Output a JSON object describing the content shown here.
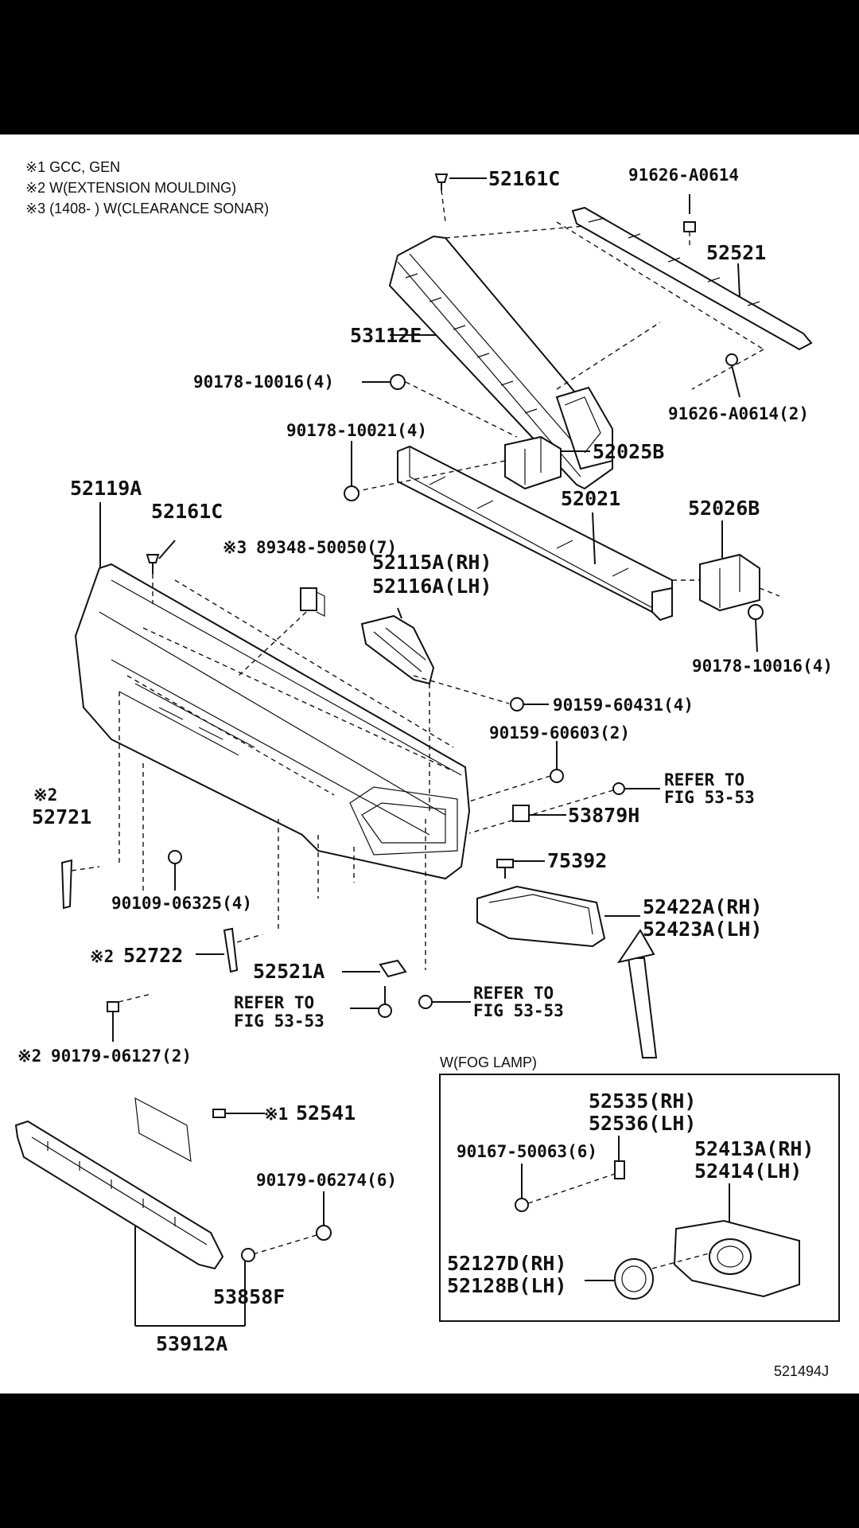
{
  "notes": {
    "n1": "※1 GCC, GEN",
    "n2": "※2 W(EXTENSION MOULDING)",
    "n3": "※3 (1408-        ) W(CLEARANCE SONAR)"
  },
  "parts": {
    "p52161C_top": "52161C",
    "p91626": "91626-A0614",
    "p52521": "52521",
    "p53112E": "53112E",
    "p90178_10016_a": "90178-10016(4)",
    "p91626_2": "91626-A0614(2)",
    "p90178_10021": "90178-10021(4)",
    "p52025B": "52025B",
    "p52119A": "52119A",
    "p52161C": "52161C",
    "p52021": "52021",
    "p52026B": "52026B",
    "p89348": "89348-50050(7)",
    "p89348_mark": "※3",
    "p52115A": "52115A(RH)",
    "p52116A": "52116A(LH)",
    "p90178_10016_b": "90178-10016(4)",
    "p90159_60431": "90159-60431(4)",
    "p90159_60603": "90159-60603(2)",
    "refer1a": "REFER TO",
    "refer1b": "FIG 53-53",
    "p53879H": "53879H",
    "p52721_mark": "※2",
    "p52721": "52721",
    "p75392": "75392",
    "p90109": "90109-06325(4)",
    "p52422A": "52422A(RH)",
    "p52423A": "52423A(LH)",
    "p52722_mark": "※2",
    "p52722": "52722",
    "p52521A": "52521A",
    "refer2a": "REFER TO",
    "refer2b": "FIG 53-53",
    "refer3a": "REFER TO",
    "refer3b": "FIG 53-53",
    "p90179_06127_mark": "※2",
    "p90179_06127": "90179-06127(2)",
    "foglamp_title": "W(FOG LAMP)",
    "p52541_mark": "※1",
    "p52541": "52541",
    "p52535": "52535(RH)",
    "p52536": "52536(LH)",
    "p90167": "90167-50063(6)",
    "p52413A": "52413A(RH)",
    "p52414": "52414(LH)",
    "p90179_06274": "90179-06274(6)",
    "p52127D": "52127D(RH)",
    "p52128B": "52128B(LH)",
    "p53858F": "53858F",
    "p53912A": "53912A",
    "illus_no": "521494J"
  }
}
